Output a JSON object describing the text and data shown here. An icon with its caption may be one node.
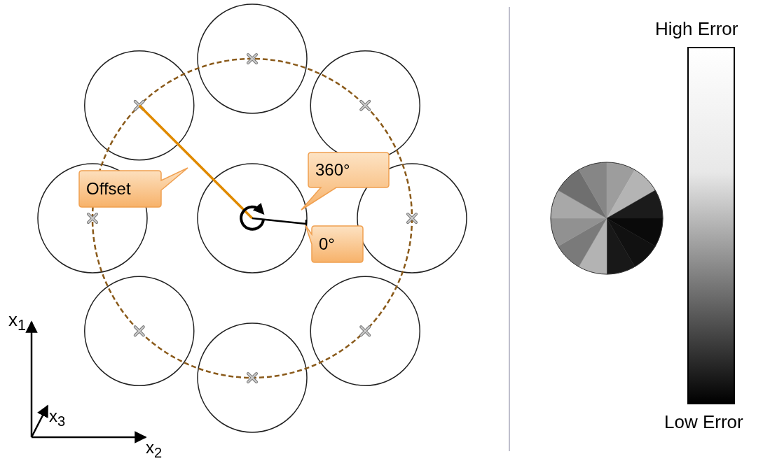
{
  "diagram": {
    "nodes": [
      {
        "text": [
          "Offset"
        ]
      },
      {
        "text": [
          "360°"
        ]
      },
      {
        "text": [
          "0°"
        ]
      },
      {
        "text": [],
        "shape": "bar",
        "beside": [
          "High Error",
          "Low Error"
        ]
      }
    ],
    "labels": [
      "x$_{1}$",
      "x$_{3}$",
      "x$_{2}$"
    ]
  }
}
